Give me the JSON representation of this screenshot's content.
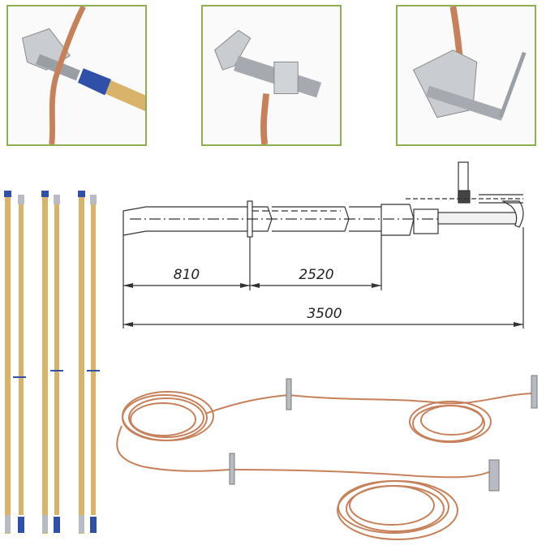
{
  "dimensions": {
    "d1": "810",
    "d2": "2520",
    "total": "3500"
  },
  "colors": {
    "frame": "#8fae4f",
    "wood": "#d9b36a",
    "copper": "#c7815a",
    "metal": "#b8bcc2",
    "insulator_blue": "#2f4fa8",
    "line": "#333333"
  },
  "icons": {
    "photo1": "clamp-on-rod-icon",
    "photo2": "clamp-closeup-icon",
    "photo3": "clamp-with-handle-icon"
  }
}
